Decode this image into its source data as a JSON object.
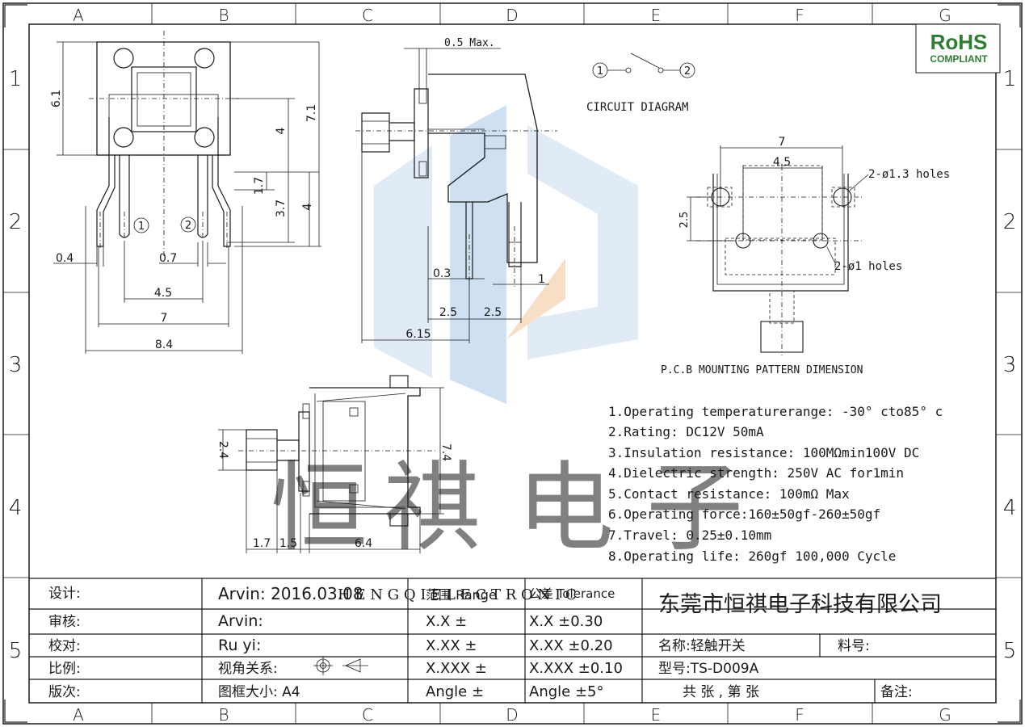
{
  "grid": {
    "cols": [
      "A",
      "B",
      "C",
      "D",
      "E",
      "F",
      "G"
    ],
    "rows": [
      "1",
      "2",
      "3",
      "4",
      "5"
    ]
  },
  "rohs": {
    "line1": "RoHS",
    "line2": "COMPLIANT",
    "color": "#2e7d32"
  },
  "watermark": {
    "chars": [
      "恒",
      "祺",
      "电",
      "子"
    ],
    "latin": "H E N G Q I   E L E C T R O N I C"
  },
  "front_view": {
    "dims": {
      "d6_1": "6.1",
      "d7_1": "7.1",
      "d4a": "4",
      "d4b": "4",
      "d1_7": "1.7",
      "d3_7": "3.7",
      "d0_4": "0.4",
      "d0_7": "0.7",
      "d4_5": "4.5",
      "d7": "7",
      "d8_4": "8.4"
    },
    "pins": [
      "1",
      "2"
    ]
  },
  "side_view": {
    "dims": {
      "d0_5max": "0.5 Max.",
      "d0_3": "0.3",
      "d1": "1",
      "d2_5a": "2.5",
      "d2_5b": "2.5",
      "d6_15": "6.15"
    }
  },
  "circuit": {
    "title": "CIRCUIT DIAGRAM",
    "n1": "1",
    "n2": "2"
  },
  "pcb": {
    "title": "P.C.B MOUNTING PATTERN DIMENSION",
    "d7": "7",
    "d4_5": "4.5",
    "d2_5": "2.5",
    "holes_large": "2-ø1.3 holes",
    "holes_small": "2-ø1 holes"
  },
  "bottom_view": {
    "dims": {
      "d2_4": "2.4",
      "d7_4": "7.4",
      "d1_7": "1.7",
      "d1_5": "1.5",
      "d6_4": "6.4"
    }
  },
  "specs": [
    "1.Operating temperaturerange: -30° cto85° c",
    "2.Rating: DC12V 50mA",
    "3.Insulation resistance: 100MΩmin100V DC",
    "4.Dielectric strength: 250V AC for1min",
    "5.Contact resistance: 100mΩ  Max",
    "6.Operating force:160±50gf-260±50gf",
    "7.Travel: 0.25±0.10mm",
    "8.Operating life: 260gf 100,000 Cycle"
  ],
  "title_block": {
    "rows": [
      {
        "label": "设计:",
        "value": "Arvin:  2016.03.08",
        "range": "范围 Range",
        "tol": "公差 Tolerance"
      },
      {
        "label": "审核:",
        "value": "Arvin:",
        "range": "X.X    ±",
        "tol": "X.X     ±0.30"
      },
      {
        "label": "校对:",
        "value": "Ru  yi:",
        "range": "X.XX   ±",
        "tol": "X.XX   ±0.20"
      },
      {
        "label": "比例:",
        "value": "视角关系:",
        "range": "X.XXX  ±",
        "tol": "X.XXX  ±0.10"
      },
      {
        "label": "版次:",
        "value": "图框大小:  A4",
        "range": "Angle  ±",
        "tol": "Angle  ±5°"
      }
    ],
    "company": "东莞市恒祺电子科技有限公司",
    "name": "名称:轻触开关",
    "material": "料号:",
    "model": "型号:TS-D009A",
    "sheet": "共   张 , 第   张",
    "remark": "备注:"
  }
}
